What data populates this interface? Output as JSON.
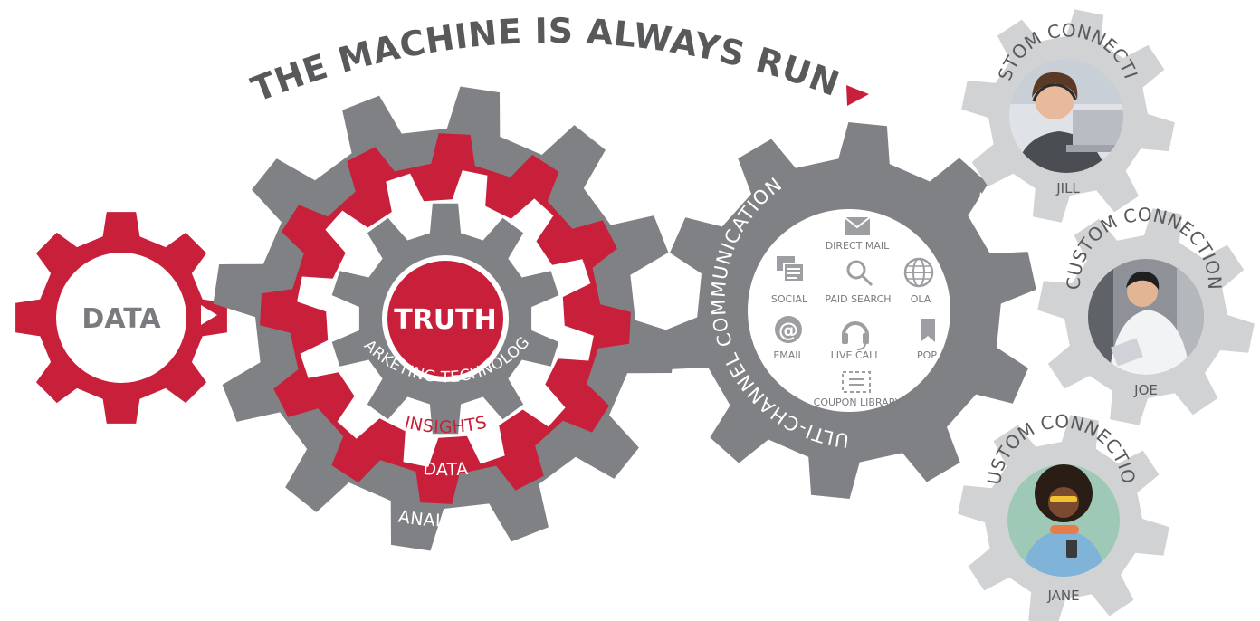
{
  "title": "THE MACHINE IS ALWAYS RUNNING",
  "data_gear": {
    "label": "DATA"
  },
  "core": {
    "center": "TRUTH",
    "ring_inner": "MARKETING TECHNOLOGY",
    "ring_insights": "INSIGHTS",
    "ring_data": "DATA",
    "ring_analytics": "ANALYTICS"
  },
  "multichannel": {
    "ring_label": "MULTI-CHANNEL COMMUNICATIONS",
    "channels": [
      {
        "label": "DIRECT MAIL",
        "icon": "envelope-icon"
      },
      {
        "label": "SOCIAL",
        "icon": "chat-bubbles-icon"
      },
      {
        "label": "PAID SEARCH",
        "icon": "magnifier-icon"
      },
      {
        "label": "OLA",
        "icon": "globe-icon"
      },
      {
        "label": "EMAIL",
        "icon": "at-sign-icon"
      },
      {
        "label": "LIVE CALL",
        "icon": "headset-icon"
      },
      {
        "label": "POP",
        "icon": "bookmark-icon"
      },
      {
        "label": "COUPON LIBRARY",
        "icon": "coupon-icon"
      }
    ]
  },
  "customers": [
    {
      "ring_label": "CUSTOM CONNECTION",
      "name": "JILL"
    },
    {
      "ring_label": "CUSTOM CONNECTION",
      "name": "JOE"
    },
    {
      "ring_label": "CUSTOM CONNECTION",
      "name": "JANE"
    }
  ],
  "colors": {
    "red": "#c8203a",
    "dark_gray": "#808184",
    "light_gray": "#d1d2d4",
    "text_gray": "#58595b"
  }
}
